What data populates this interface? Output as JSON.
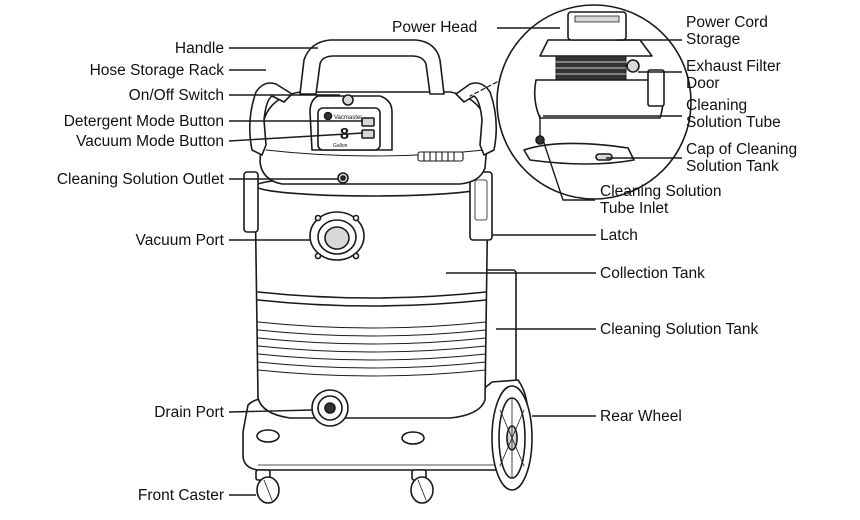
{
  "colors": {
    "line": "#1a1a1a",
    "fill": "#ffffff",
    "shade": "#d8d8d8",
    "dark": "#333333"
  },
  "product": {
    "brand": "Vacmaster",
    "capacity_number": "8",
    "capacity_unit": "Gallon"
  },
  "labels_left": [
    {
      "id": "handle",
      "text": "Handle"
    },
    {
      "id": "hose-storage-rack",
      "text": "Hose Storage Rack"
    },
    {
      "id": "on-off-switch",
      "text": "On/Off Switch"
    },
    {
      "id": "detergent-mode-button",
      "text": "Detergent Mode Button"
    },
    {
      "id": "vacuum-mode-button",
      "text": "Vacuum Mode Button"
    },
    {
      "id": "cleaning-solution-outlet",
      "text": "Cleaning Solution Outlet"
    },
    {
      "id": "vacuum-port",
      "text": "Vacuum Port"
    },
    {
      "id": "drain-port",
      "text": "Drain Port"
    },
    {
      "id": "front-caster",
      "text": "Front Caster"
    }
  ],
  "labels_right": [
    {
      "id": "power-head",
      "text": "Power Head"
    },
    {
      "id": "power-cord-storage",
      "line1": "Power Cord",
      "line2": "Storage"
    },
    {
      "id": "exhaust-filter-door",
      "line1": "Exhaust Filter",
      "line2": "Door"
    },
    {
      "id": "cleaning-solution-tube",
      "line1": "Cleaning",
      "line2": "Solution Tube"
    },
    {
      "id": "cap-cleaning-solution-tank",
      "line1": "Cap of Cleaning",
      "line2": "Solution Tank"
    },
    {
      "id": "cleaning-solution-tube-inlet",
      "line1": "Cleaning Solution",
      "line2": "Tube Inlet"
    },
    {
      "id": "latch",
      "text": "Latch"
    },
    {
      "id": "collection-tank",
      "text": "Collection Tank"
    },
    {
      "id": "cleaning-solution-tank",
      "text": "Cleaning Solution Tank"
    },
    {
      "id": "rear-wheel",
      "text": "Rear Wheel"
    }
  ]
}
